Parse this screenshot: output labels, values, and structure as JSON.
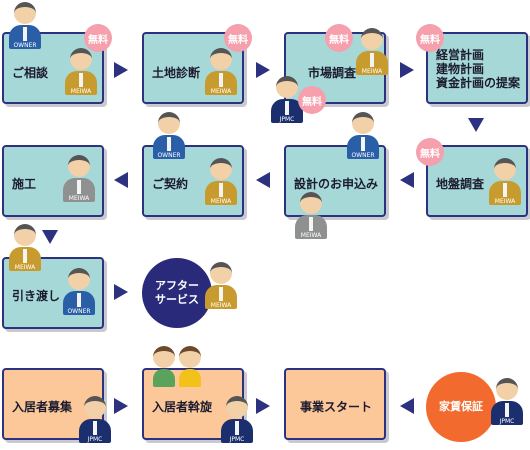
{
  "badge_free": "無料",
  "steps": {
    "consult": "ご相談",
    "land": "土地診断",
    "market": "市場調査",
    "plan1": "経営計画",
    "plan2": "建物計画",
    "plan3": "資金計画の提案",
    "ground": "地盤調査",
    "design": "設計のお申込み",
    "contract": "ご契約",
    "construction": "施工",
    "handover": "引き渡し",
    "after1": "アフター",
    "after2": "サービス",
    "recruit": "入居者募集",
    "mediation": "入居者斡旋",
    "start": "事業スタート",
    "guarantee": "家賃保証"
  },
  "roles": {
    "owner": "OWNER",
    "meiwa": "MEIWA",
    "jpmc": "JPMC"
  },
  "colors": {
    "border": "#2c3280",
    "teal": "#a6d8d8",
    "peach": "#fcc89a",
    "after_service": "#2a2a7a",
    "guarantee": "#f26a2e"
  }
}
